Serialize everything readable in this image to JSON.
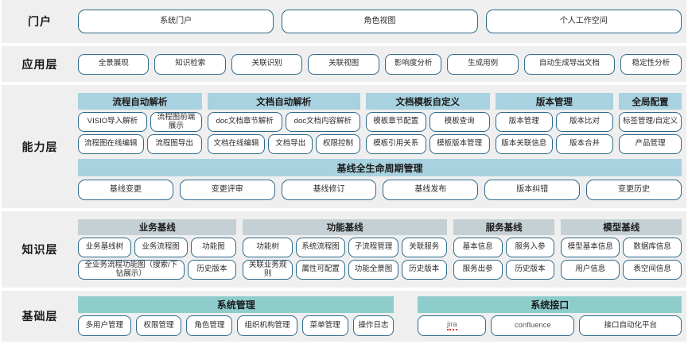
{
  "layers": [
    {
      "name": "portal",
      "label": "门户",
      "items": [
        "系统门户",
        "角色视图",
        "个人工作空间"
      ]
    },
    {
      "name": "application",
      "label": "应用层",
      "items": [
        "全景展现",
        "知识检索",
        "关联识别",
        "关联视图",
        "影响度分析",
        "生成用例",
        "自动生成导出文档",
        "稳定性分析"
      ]
    },
    {
      "name": "capability",
      "label": "能力层",
      "groups": [
        {
          "title": "流程自动解析",
          "flex": 150,
          "rows": [
            [
              "VISIO导入解析",
              "流程图前端展示"
            ],
            [
              "流程图在线编辑",
              "流程图导出"
            ]
          ]
        },
        {
          "title": "文档自动解析",
          "flex": 185,
          "rows": [
            [
              "doc文档章节解析",
              "doc文档内容解析"
            ],
            [
              "文档在线编辑",
              "文档导出",
              "权限控制"
            ]
          ]
        },
        {
          "title": "文档模板自定义",
          "flex": 150,
          "rows": [
            [
              "模板章节配置",
              "模板查询"
            ],
            [
              "模板引用关系",
              "模板版本管理"
            ]
          ]
        },
        {
          "title": "版本管理",
          "flex": 143,
          "rows": [
            [
              "版本管理",
              "版本比对"
            ],
            [
              "版本关联信息",
              "版本合并"
            ]
          ]
        },
        {
          "title": "全局配置",
          "flex": 76,
          "rows": [
            [
              "标签管理/自定义"
            ],
            [
              "产品管理"
            ]
          ]
        }
      ],
      "lifecycle": {
        "title": "基线全生命周期管理",
        "items": [
          "基线变更",
          "变更评审",
          "基线修订",
          "基线发布",
          "版本纠错",
          "变更历史"
        ]
      }
    },
    {
      "name": "knowledge",
      "label": "知识层",
      "groups": [
        {
          "title": "业务基线",
          "flex": 200,
          "rows": [
            [
              "业务基线树",
              "业务流程图",
              "功能图"
            ],
            [
              "全业务流程功能图（搜索/下钻展示）",
              "历史版本"
            ]
          ],
          "row_weights": [
            [
              1,
              1,
              1
            ],
            [
              2,
              1
            ]
          ]
        },
        {
          "title": "功能基线",
          "flex": 257,
          "rows": [
            [
              "功能树",
              "系统流程图",
              "子流程管理",
              "关联服务"
            ],
            [
              "关联业务规则",
              "属性可配置",
              "功能全景图",
              "历史版本"
            ]
          ]
        },
        {
          "title": "服务基线",
          "flex": 128,
          "rows": [
            [
              "基本信息",
              "服务入参"
            ],
            [
              "服务出参",
              "历史版本"
            ]
          ]
        },
        {
          "title": "模型基线",
          "flex": 152,
          "rows": [
            [
              "模型基本信息",
              "数据库信息"
            ],
            [
              "用户信息",
              "表空间信息"
            ]
          ]
        }
      ]
    },
    {
      "name": "foundation",
      "label": "基础层",
      "groups": [
        {
          "title": "系统管理",
          "flex": 380,
          "rows": [
            [
              "多用户管理",
              "权限管理",
              "角色管理",
              "组织机构管理",
              "菜单管理",
              "操作日志"
            ]
          ]
        },
        {
          "title": "系统接口",
          "flex": 317,
          "rows": [
            [
              "jira",
              "confluence",
              "接口自动化平台"
            ]
          ],
          "row_weights": [
            [
              1,
              1.25,
              1.55
            ]
          ]
        }
      ]
    }
  ],
  "colors": {
    "band_bg": "#efefef",
    "pill_border": "#2f6a8a",
    "capability_header": "#a8d2e0",
    "knowledge_header": "#c5d0d4",
    "foundation_header": "#8fcdcd",
    "page_bg": "#ffffff"
  }
}
